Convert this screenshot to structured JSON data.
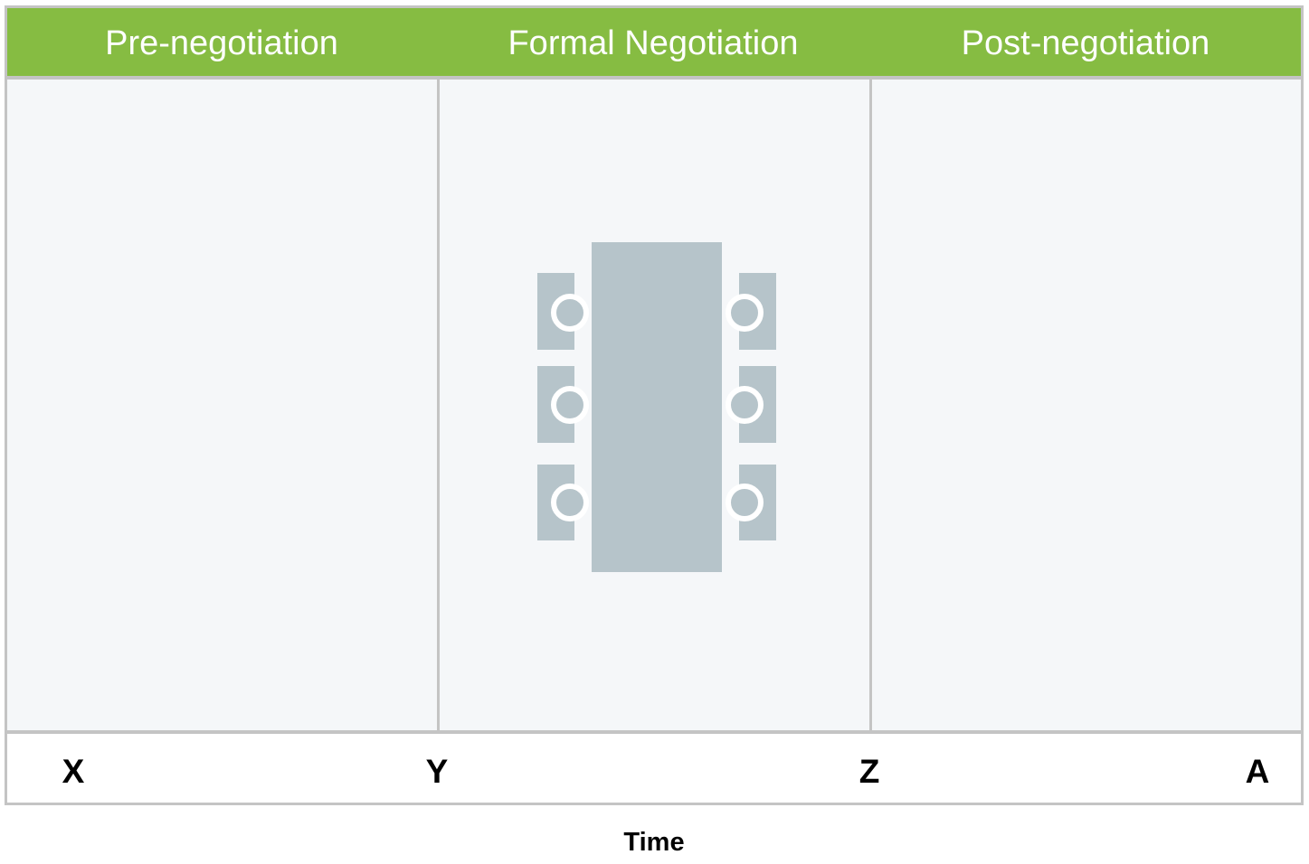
{
  "colors": {
    "header": "#86bc42",
    "panel": "#f5f7f9",
    "border": "#c4c4c4",
    "furniture": "#b6c4ca",
    "seat_ring": "#ffffff"
  },
  "phases": [
    {
      "label": "Pre-negotiation"
    },
    {
      "label": "Formal Negotiation"
    },
    {
      "label": "Post-negotiation"
    }
  ],
  "timeline": {
    "markers": [
      "X",
      "Y",
      "Z",
      "A"
    ],
    "axis_label": "Time"
  },
  "illustration": {
    "name": "negotiation-table-icon",
    "seats_per_side": 3
  }
}
